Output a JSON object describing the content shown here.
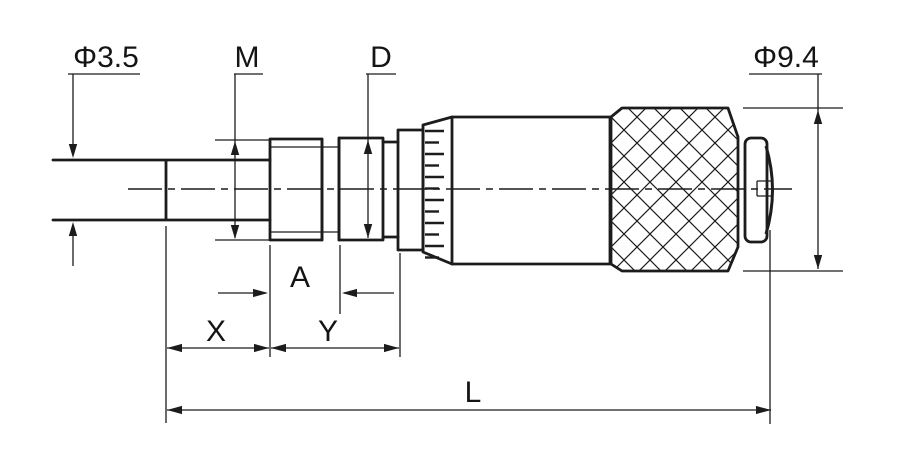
{
  "drawing": {
    "colors": {
      "line": "#1c1c1c",
      "background": "#ffffff"
    },
    "labels": {
      "spindle_diameter": "Φ3.5",
      "mounting_thread": "M",
      "stem_diameter": "D",
      "thimble_diameter": "Φ9.4",
      "dim_a": "A",
      "dim_x": "X",
      "dim_y": "Y",
      "overall_length": "L"
    }
  }
}
